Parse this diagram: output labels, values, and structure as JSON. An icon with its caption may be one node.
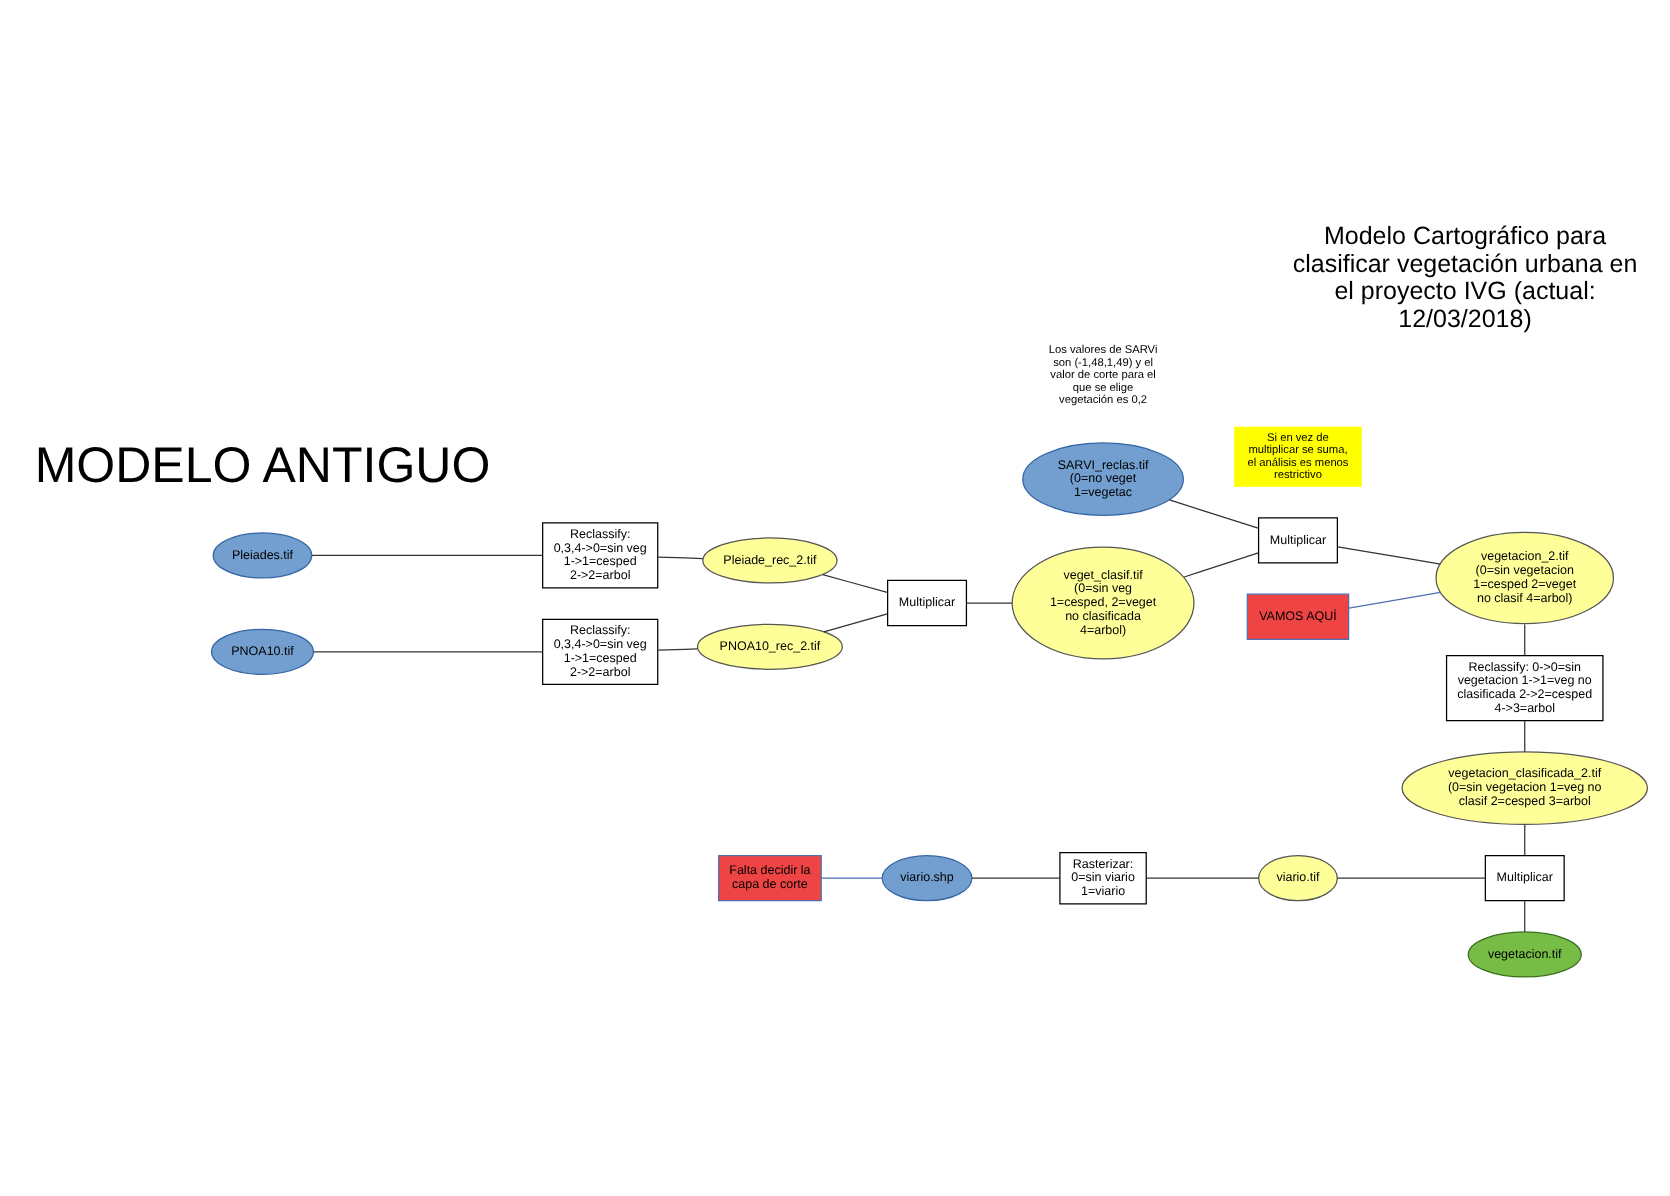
{
  "diagram": {
    "title": "Modelo Cartográfico para clasificar vegetación urbana en el proyecto IVG (actual: 12/03/2018)",
    "nodes": [
      {
        "text": [
          "SARVI_reclas.tif (0=no veget 1=vegetac"
        ],
        "beside": [
          "Los valores de SARVi son (-1,48,1,49) y el valor de corte para el que se elige vegetación es 0,2"
        ]
      },
      {
        "text": [
          "Pleiades.tif"
        ]
      },
      {
        "text": [
          "Reclassify: 0,3,4->0=sin veg 1->1=cesped 2->2=arbol"
        ]
      },
      {
        "text": [
          "Pleiade_rec_2.tif"
        ]
      },
      {
        "text": [
          "PNOA10.tif"
        ]
      },
      {
        "text": [
          "Reclassify: 0,3,4->0=sin veg 1->1=cesped 2->2=arbol"
        ]
      },
      {
        "text": [
          "PNOA10_rec_2.tif"
        ]
      },
      {
        "text": [
          "Multiplicar"
        ]
      },
      {
        "text": [
          "veget_clasif.tif (0=sin veg 1=cesped, 2=veget no clasificada 4=arbol)"
        ]
      },
      {
        "text": [
          "Multiplicar"
        ],
        "beside": [
          "Si en vez de multiplicar se suma, el análisis es menos restrictivo"
        ]
      },
      {
        "text": [
          "vegetacion_2.tif (0=sin vegetacion 1=cesped 2=veget no clasif 4=arbol)"
        ]
      },
      {
        "text": [
          "VAMOS AQUÍ"
        ]
      },
      {
        "text": [
          "Reclassify: 0->0=sin vegetacion 1->1=veg no clasificada 2->2=cesped 4->3=arbol"
        ]
      },
      {
        "text": [
          "vegetacion_clasificada_2.tif (0=sin vegetacion 1=veg no clasif 2=cesped 3=arbol"
        ]
      },
      {
        "text": [
          "Falta decidir la capa de corte"
        ]
      },
      {
        "text": [
          "viario.shp"
        ]
      },
      {
        "text": [
          "Rasterizar: 0=sin viario 1=viario"
        ]
      },
      {
        "text": [
          "viario.tif"
        ]
      },
      {
        "text": [
          "Multiplicar"
        ]
      },
      {
        "text": [
          "vegetacion.tif"
        ]
      }
    ],
    "edges": [
      {
        "from": 0,
        "to": 9,
        "arrow": "none"
      },
      {
        "from": 1,
        "to": 2,
        "arrow": "none"
      },
      {
        "from": 2,
        "to": 3,
        "arrow": "none"
      },
      {
        "from": 4,
        "to": 5,
        "arrow": "none"
      },
      {
        "from": 5,
        "to": 6,
        "arrow": "none"
      },
      {
        "from": 3,
        "to": 7,
        "arrow": "none"
      },
      {
        "from": 6,
        "to": 7,
        "arrow": "none"
      },
      {
        "from": 7,
        "to": 8,
        "arrow": "none"
      },
      {
        "from": 8,
        "to": 9,
        "arrow": "none"
      },
      {
        "from": 9,
        "to": 10,
        "arrow": "none"
      },
      {
        "from": 11,
        "to": 10,
        "arrow": "none",
        "color": "#4f6fb0"
      },
      {
        "from": 10,
        "to": 12,
        "arrow": "none"
      },
      {
        "from": 12,
        "to": 13,
        "arrow": "none"
      },
      {
        "from": 13,
        "to": 18,
        "arrow": "none"
      },
      {
        "from": 14,
        "to": 15,
        "arrow": "none",
        "color": "#4f6fb0"
      },
      {
        "from": 15,
        "to": 16,
        "arrow": "none"
      },
      {
        "from": 16,
        "to": 17,
        "arrow": "none"
      },
      {
        "from": 17,
        "to": 18,
        "arrow": "none"
      },
      {
        "from": 18,
        "to": 19,
        "arrow": "none"
      }
    ],
    "labels": [
      "MODELO ANTIGUO"
    ]
  }
}
